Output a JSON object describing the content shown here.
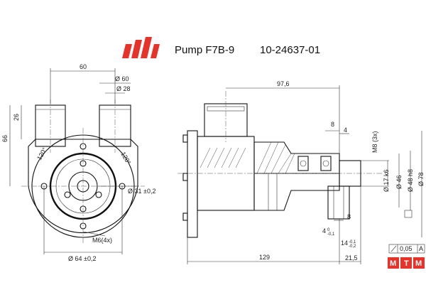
{
  "header": {
    "model": "Pump F7B-9",
    "part_number": "10-24637-01",
    "logo_color": "#e63228"
  },
  "front_view": {
    "dims": {
      "width_ports": "60",
      "port_od": "Ø 60",
      "port_id": "Ø 28",
      "height_port": "26",
      "height_total": "66",
      "angle_left": "120°",
      "angle_right": "120°",
      "bolt_circle": "Ø 31 ±0,2",
      "mount_holes": "M6(4x)",
      "flange_dia": "Ø 64 ±0,2"
    }
  },
  "side_view": {
    "dims": {
      "length_top": "97,6",
      "d8_top": "8",
      "d4_top": "4",
      "thread": "M8 (3x)",
      "shaft": "Ø 17 k6",
      "d46": "Ø 46",
      "d48": "Ø 48 h8",
      "d78": "Ø 78",
      "d8_mid": "8",
      "d4_bottom": "4",
      "d4_tol_a": "0",
      "d4_tol_b": "-0,1",
      "d14": "14",
      "d14_tol_a": "-0,1",
      "d14_tol_b": "-0,2",
      "length_total": "129",
      "d21": "21,5",
      "tolerance": "0,05",
      "datum": "A"
    }
  },
  "brand": {
    "letters": [
      "M",
      "T",
      "M"
    ],
    "color": "#e63228"
  }
}
